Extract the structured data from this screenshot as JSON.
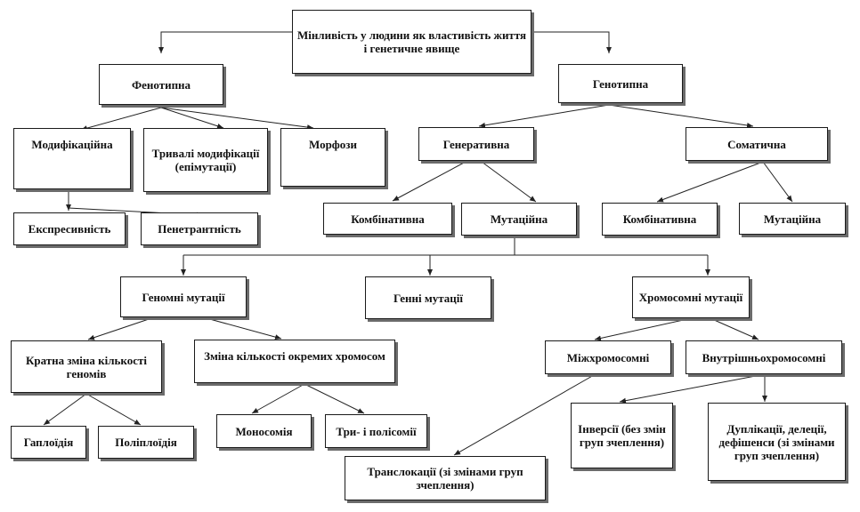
{
  "diagram": {
    "root": "Мінливість  у людини  як властивість  життя  і  генетичне явище",
    "phenotypic": "Фенотипна",
    "genotypic": "Генотипна",
    "modification": "Модифікаційна",
    "long_term_modifications": "Тривалі модифікації (епімутації)",
    "morphoses": "Морфози",
    "expressivity": "Експресивність",
    "penetrance": "Пенетрантність",
    "generative": "Генеративна",
    "somatic": "Соматична",
    "gen_combinative": "Комбінативна",
    "gen_mutational": "Мутаційна",
    "som_combinative": "Комбінативна",
    "som_mutational": "Мутаційна",
    "genomic_mutations": "Геномні мутації",
    "gene_mutations": "Генні мутації",
    "chromosomal_mutations": "Хромосомні мутації",
    "multiple_genome_change": "Кратна зміна кількості  геномів",
    "chromosome_number_change": "Зміна кількості  окремих хромосом",
    "interchromosomal": "Міжхромосомні",
    "intrachromosomal": "Внутрішньохромосомні",
    "haploidy": "Гаплоїдія",
    "polyploidy": "Поліплоїдія",
    "monosomy": "Моносомія",
    "trisomy_polysomy": "Три- і полісомії",
    "inversions": "Інверсії (без змін груп зчеплення)",
    "duplications_deletions": "Дуплікації,  делеції, дефішенси (зі змінами груп зчеплення)",
    "translocations": "Транслокації  (зі змінами груп зчеплення)"
  },
  "colors": {
    "line": "#222222",
    "border": "#1a1a1a",
    "shadow": "#6b6b6b",
    "text": "#111111"
  }
}
